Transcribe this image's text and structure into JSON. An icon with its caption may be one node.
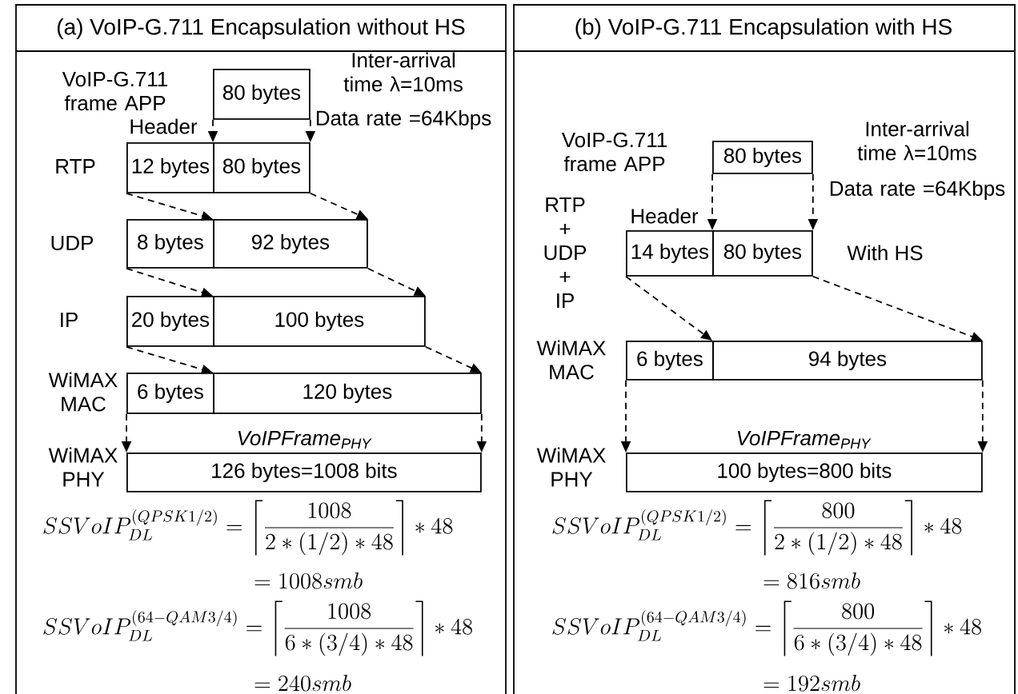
{
  "diagram": {
    "nodes": [
      {
        "text": [
          "80 bytes"
        ],
        "beside": [
          "VoIP-G.711 frame APP"
        ]
      },
      {
        "text": [
          "12 bytes"
        ],
        "beside": [
          "RTP"
        ]
      },
      {
        "text": [
          "80 bytes"
        ]
      },
      {
        "text": [
          "8 bytes"
        ],
        "beside": [
          "UDP"
        ]
      },
      {
        "text": [
          "92 bytes"
        ]
      },
      {
        "text": [
          "20 bytes"
        ],
        "beside": [
          "IP"
        ]
      },
      {
        "text": [
          "100 bytes"
        ]
      },
      {
        "text": [
          "6 bytes"
        ],
        "beside": [
          "WiMAX MAC"
        ]
      },
      {
        "text": [
          "120 bytes"
        ]
      },
      {
        "text": [
          "126 bytes=1008 bits"
        ],
        "beside": [
          "WiMAX PHY",
          "VoIPFrame$_{PHY}$"
        ]
      },
      {
        "text": [
          "80 bytes"
        ],
        "beside": [
          "VoIP-G.711 frame APP"
        ]
      },
      {
        "text": [
          "14 bytes"
        ],
        "beside": [
          "RTP + UDP + IP"
        ]
      },
      {
        "text": [
          "80 bytes"
        ]
      },
      {
        "text": [
          "6 bytes"
        ],
        "beside": [
          "WiMAX MAC"
        ]
      },
      {
        "text": [
          "94 bytes"
        ]
      },
      {
        "text": [
          "100 bytes=800 bits"
        ],
        "beside": [
          "WiMAX PHY",
          "VoIPFrame$_{PHY}$"
        ]
      }
    ],
    "edges": [
      {
        "from": 0,
        "to": 2,
        "arrow": "to",
        "style": "dashed"
      },
      {
        "from": 0,
        "to": 2,
        "arrow": "to",
        "style": "dashed"
      },
      {
        "from": 1,
        "to": 4,
        "arrow": "to",
        "style": "dashed"
      },
      {
        "from": 2,
        "to": 4,
        "arrow": "to",
        "style": "dashed"
      },
      {
        "from": 3,
        "to": 6,
        "arrow": "to",
        "style": "dashed"
      },
      {
        "from": 4,
        "to": 6,
        "arrow": "to",
        "style": "dashed"
      },
      {
        "from": 5,
        "to": 8,
        "arrow": "to",
        "style": "dashed"
      },
      {
        "from": 6,
        "to": 8,
        "arrow": "to",
        "style": "dashed"
      },
      {
        "from": 7,
        "to": 9,
        "arrow": "to",
        "style": "dashed"
      },
      {
        "from": 8,
        "to": 9,
        "arrow": "to",
        "style": "dashed"
      },
      {
        "from": 10,
        "to": 12,
        "arrow": "to",
        "style": "dashed"
      },
      {
        "from": 10,
        "to": 12,
        "arrow": "to",
        "style": "dashed"
      },
      {
        "from": 11,
        "to": 14,
        "arrow": "to",
        "style": "dashed"
      },
      {
        "from": 12,
        "to": 14,
        "arrow": "to",
        "style": "dashed"
      },
      {
        "from": 13,
        "to": 15,
        "arrow": "to",
        "style": "dashed"
      },
      {
        "from": 14,
        "to": 15,
        "arrow": "to",
        "style": "dashed"
      }
    ],
    "labels": [
      "(a) VoIP-G.711 Encapsulation without HS",
      "(b) VoIP-G.711 Encapsulation with HS",
      "Inter-arrival time λ=10ms",
      "Data rate =64Kbps",
      "Header",
      "SSVoIP_{DL}^{(QPSK1/2)}=\\left\\lceil\\frac{1008}{2*(1/2)*48}\\right\\rceil*48",
      "=1008smb",
      "SSVoIP_{DL}^{(64-QAM3/4)}=\\left\\lceil\\frac{1008}{6*(3/4)*48}\\right\\rceil*48",
      "=240smb",
      "Inter-arrival time λ=10ms",
      "Data rate =64Kbps",
      "Header",
      "With HS",
      "SSVoIP_{DL}^{(QPSK1/2)}=\\left\\lceil\\frac{800}{2*(1/2)*48}\\right\\rceil*48",
      "=816smb",
      "SSVoIP_{DL}^{(64-QAM3/4)}=\\left\\lceil\\frac{800}{6*(3/4)*48}\\right\\rceil*48",
      "=192smb"
    ]
  }
}
